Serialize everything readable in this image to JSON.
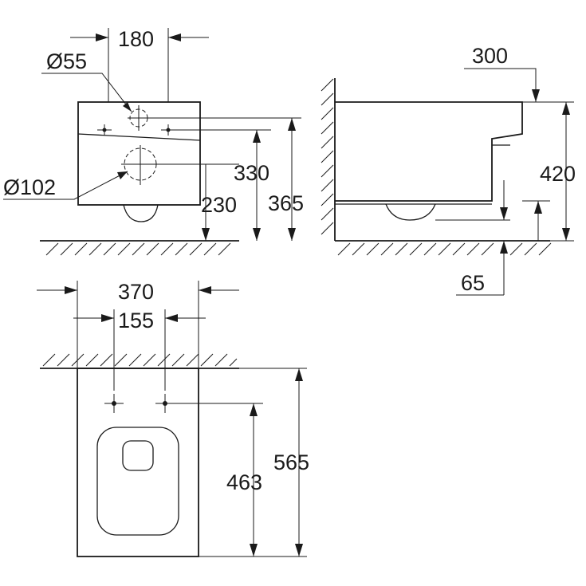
{
  "dimensions": {
    "front_width_180": "180",
    "inlet_diameter": "Ø55",
    "outlet_diameter": "Ø102",
    "outlet_height_330": "330",
    "outlet_height_230": "230",
    "total_height_365": "365",
    "projection_300": "300",
    "side_height_420": "420",
    "underside_gap_65": "65",
    "width_370": "370",
    "fixing_spacing_155": "155",
    "fixing_depth_463": "463",
    "depth_565": "565"
  }
}
